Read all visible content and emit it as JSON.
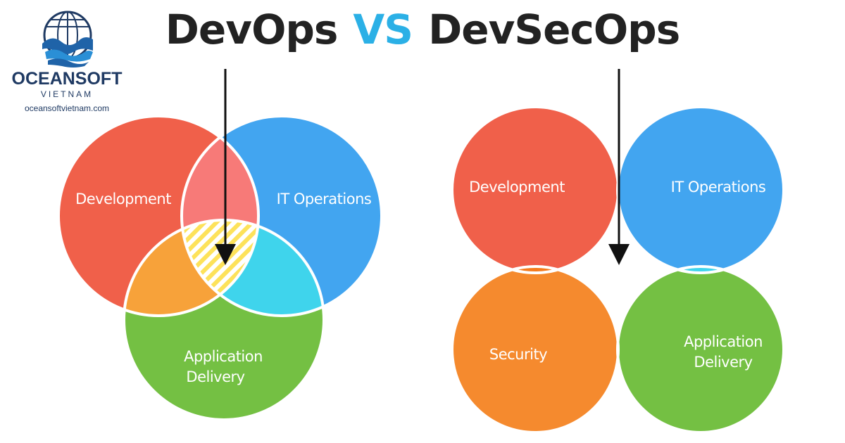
{
  "title": {
    "left": "DevOps",
    "vs": "VS",
    "right": "DevSecOps"
  },
  "brand": {
    "name": "OCEANSOFT",
    "subtitle": "VIETNAM",
    "url": "oceansoftvietnam.com"
  },
  "devops": {
    "labels": {
      "development": "Development",
      "it_operations": "IT Operations",
      "application": "Application",
      "delivery": "Delivery"
    }
  },
  "devsecops": {
    "labels": {
      "development": "Development",
      "it_operations": "IT Operations",
      "security": "Security",
      "application": "Application",
      "delivery": "Delivery"
    }
  },
  "colors": {
    "development": "#f0604a",
    "it_operations": "#42a5f0",
    "application_delivery": "#74c043",
    "security": "#f58a2e",
    "title_text": "#222222",
    "title_vs": "#2bb0e6",
    "brand": "#1f3a63"
  }
}
